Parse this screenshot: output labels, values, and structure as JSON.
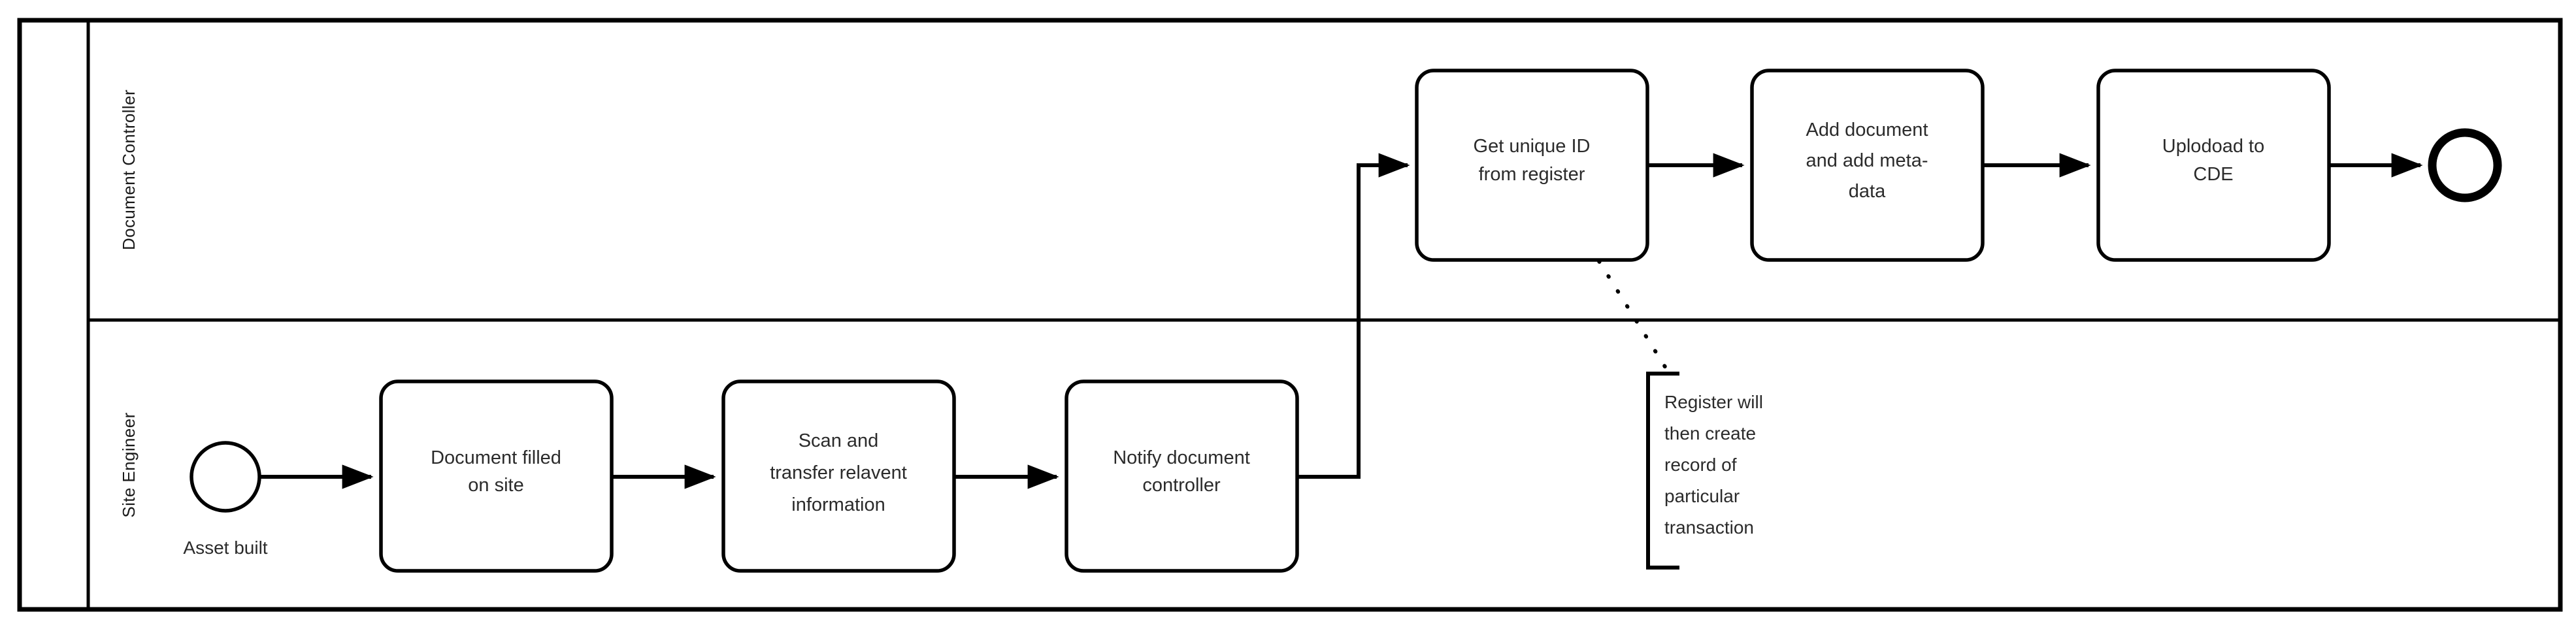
{
  "diagram": {
    "type": "bpmn-swimlane",
    "pool": {
      "border_color": "#000000",
      "background": "#ffffff"
    },
    "lanes": [
      {
        "id": "document-controller",
        "label": "Document Controller"
      },
      {
        "id": "site-engineer",
        "label": "Site Engineer"
      }
    ],
    "events": [
      {
        "id": "start-asset-built",
        "kind": "start",
        "lane": "site-engineer",
        "label": "Asset built"
      },
      {
        "id": "end-event",
        "kind": "end",
        "lane": "document-controller",
        "label": ""
      }
    ],
    "tasks": [
      {
        "id": "document-filled-on-site",
        "lane": "site-engineer",
        "lines": [
          "Document filled",
          "on site"
        ]
      },
      {
        "id": "scan-and-transfer",
        "lane": "site-engineer",
        "lines": [
          "Scan and",
          "transfer relavent",
          "information"
        ]
      },
      {
        "id": "notify-document-controller",
        "lane": "site-engineer",
        "lines": [
          "Notify document",
          "controller"
        ]
      },
      {
        "id": "get-unique-id-from-register",
        "lane": "document-controller",
        "lines": [
          "Get unique ID",
          "from register"
        ]
      },
      {
        "id": "add-document-and-metadata",
        "lane": "document-controller",
        "lines": [
          "Add document",
          "and add meta-",
          "data"
        ]
      },
      {
        "id": "upload-to-cde",
        "lane": "document-controller",
        "lines": [
          "Uplodoad to",
          "CDE"
        ]
      }
    ],
    "annotations": [
      {
        "id": "register-note",
        "attached_to": "get-unique-id-from-register",
        "lines": [
          "Register will",
          "then create",
          "record of",
          "particular",
          "transaction"
        ]
      }
    ],
    "flows": [
      {
        "from": "start-asset-built",
        "to": "document-filled-on-site"
      },
      {
        "from": "document-filled-on-site",
        "to": "scan-and-transfer"
      },
      {
        "from": "scan-and-transfer",
        "to": "notify-document-controller"
      },
      {
        "from": "notify-document-controller",
        "to": "get-unique-id-from-register"
      },
      {
        "from": "get-unique-id-from-register",
        "to": "add-document-and-metadata"
      },
      {
        "from": "add-document-and-metadata",
        "to": "upload-to-cde"
      },
      {
        "from": "upload-to-cde",
        "to": "end-event"
      }
    ]
  }
}
